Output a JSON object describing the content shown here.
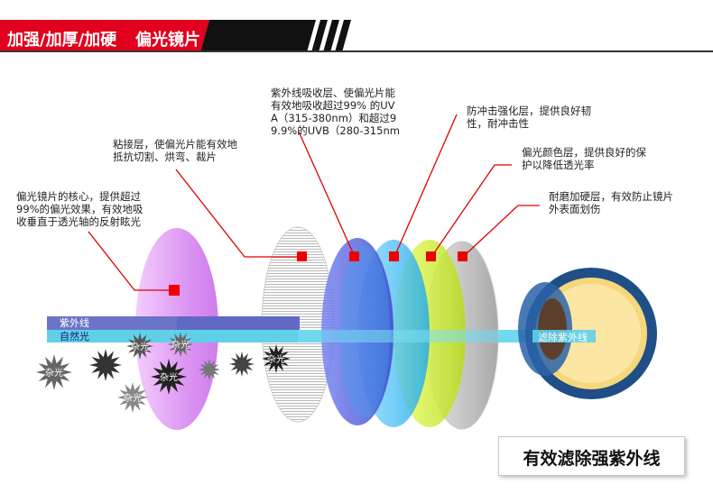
{
  "header": {
    "highlight": "加强/加厚/加硬",
    "title": "偏光镜片"
  },
  "labels": {
    "uv_layer": [
      "紫外线吸收层、使偏光片能",
      "有效地吸收超过99% 的UV",
      "A（315-380nm）和超过9",
      "9.9%的UVB（280-315nm"
    ],
    "impact_layer": [
      "防冲击强化层，提供良好韧",
      "性，耐冲击性"
    ],
    "adhesive_layer": [
      "粘接层，使偏光片能有效地",
      "抵抗切割、烘弯、裁片"
    ],
    "color_layer": [
      "偏光颜色层，提供良好的保",
      "护以降低透光率"
    ],
    "hard_layer": [
      "耐磨加硬层，有效防止镜片",
      "外表面划伤"
    ],
    "polarizer_core": [
      "偏光镜片的核心，提供超过",
      "99%的偏光效果，有效地吸",
      "收垂直于透光轴的反射眩光"
    ]
  },
  "beams": {
    "uv": "紫外线",
    "natural": "自然光",
    "filtered": "滤除紫外线"
  },
  "glare_label": "杂光",
  "bottom_caption": "有效滤除强紫外线",
  "colors": {
    "header_red": "#e1001d",
    "marker_red": "#ee0000",
    "uv_beam": "#6b74c6",
    "natural_beam": "#5fd0e8",
    "polarizer": "#d57ef0",
    "uv_lens": "#4d57d8",
    "impact_lens": "#2fb6ef",
    "color_lens": "#c7e82a",
    "hard_lens": "#a5a5a5"
  }
}
